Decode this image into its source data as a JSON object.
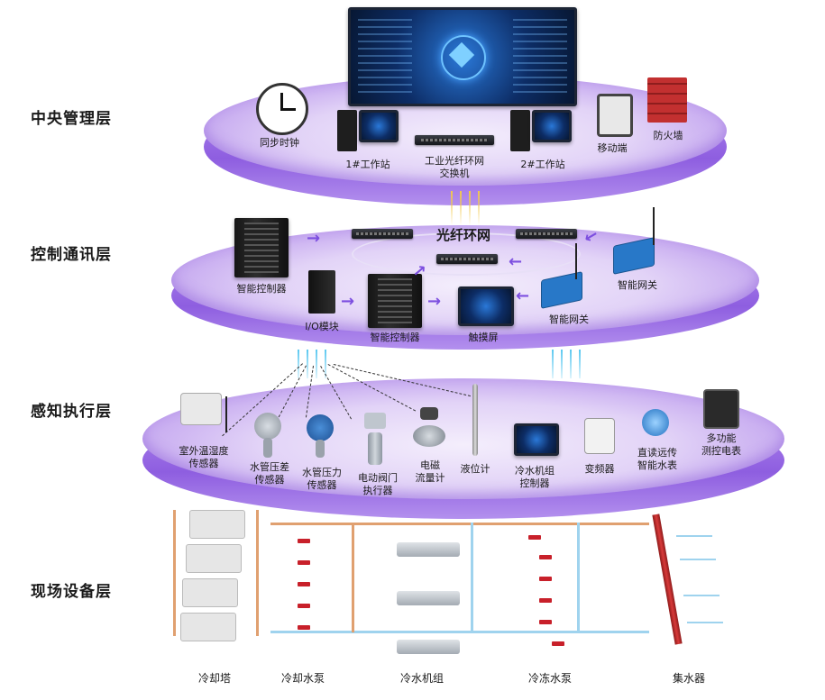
{
  "layers": {
    "central": "中央管理层",
    "control": "控制通讯层",
    "sensing": "感知执行层",
    "field": "现场设备层"
  },
  "central_devices": {
    "clock": "同步时钟",
    "ws1": "1#工作站",
    "switch": "工业光纤环网\n交换机",
    "ws2": "2#工作站",
    "mobile": "移动端",
    "firewall": "防火墙"
  },
  "control_devices": {
    "ring": "光纤环网",
    "controller_left": "智能控制器",
    "io_module": "I/O模块",
    "controller_mid": "智能控制器",
    "touchscreen": "触摸屏",
    "gateway_mid": "智能网关",
    "gateway_right": "智能网关"
  },
  "sensing_devices": [
    {
      "label": "室外温湿度\n传感器"
    },
    {
      "label": "水管压差\n传感器"
    },
    {
      "label": "水管压力\n传感器"
    },
    {
      "label": "电动阀门\n执行器"
    },
    {
      "label": "电磁\n流量计"
    },
    {
      "label": "液位计"
    },
    {
      "label": "冷水机组\n控制器"
    },
    {
      "label": "变频器"
    },
    {
      "label": "直读远传\n智能水表"
    },
    {
      "label": "多功能\n测控电表"
    }
  ],
  "field_devices": {
    "cooling_tower": "冷却塔",
    "cooling_pump": "冷却水泵",
    "chiller": "冷水机组",
    "chilled_pump": "冷冻水泵",
    "collector": "集水器"
  },
  "icons": [
    "monitor-icon",
    "clock-icon",
    "computer-icon",
    "switch-icon",
    "tablet-icon",
    "firewall-icon",
    "server-rack-icon",
    "gateway-icon",
    "touchscreen-icon",
    "sensor-icon",
    "valve-icon",
    "flowmeter-icon",
    "level-gauge-icon",
    "inverter-icon",
    "water-meter-icon",
    "power-meter-icon",
    "cooling-tower-icon",
    "pump-icon",
    "chiller-icon",
    "collector-icon"
  ],
  "colors": {
    "disc": "#a77ae6",
    "disc_highlight": "#efe6fb",
    "arrow": "#7d4fe0",
    "beam_yellow": "#f2c94c",
    "beam_blue": "#5bc8f0",
    "pump_red": "#c8202a",
    "pipe_orange": "#e0a070",
    "pipe_blue": "#9fd3ee"
  }
}
